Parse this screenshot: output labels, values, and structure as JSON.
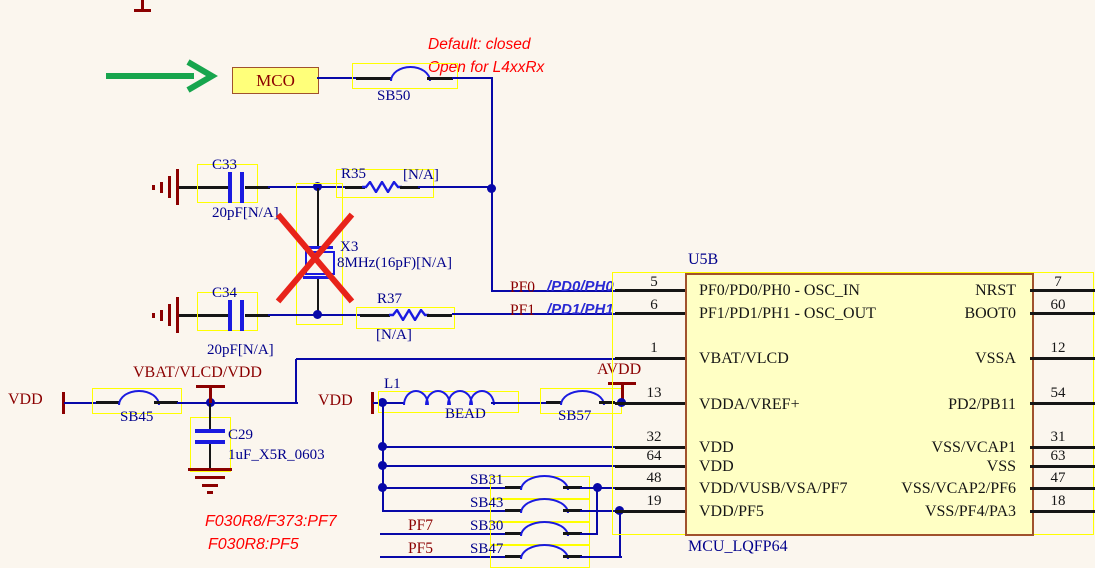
{
  "colors": {
    "bg": "#FBF6EE",
    "wire": "#0808A8",
    "component": "#1A1AE0",
    "label_navy": "#00008B",
    "net_red": "#8B0000",
    "ann_red": "#FF0000",
    "highlight": "#FFFF00",
    "mcu_fill": "#FFFFC4",
    "mcu_border": "#A0522D",
    "mco_fill": "#FFFF7A",
    "arrow_green": "#17A54D",
    "black": "#151515",
    "x_red": "#E8231A",
    "alt_blue": "#2A2AD4"
  },
  "annotations": {
    "default_closed": "Default: closed",
    "open_l4": "Open for L4xxRx",
    "variant_pf7": "F030R8/F373:PF7",
    "variant_pf5": "F030R8:PF5"
  },
  "net_labels": {
    "mco": "MCO",
    "pf0": "PF0",
    "pf0_alt": "/PD0/PH0",
    "pf1": "PF1",
    "pf1_alt": "/PD1/PH1",
    "vdd": "VDD",
    "avdd": "AVDD",
    "vbat": "VBAT/VLCD/VDD",
    "pf7": "PF7",
    "pf5": "PF5"
  },
  "components": {
    "sb50": {
      "ref": "SB50"
    },
    "sb45": {
      "ref": "SB45"
    },
    "sb57": {
      "ref": "SB57"
    },
    "sb31": {
      "ref": "SB31"
    },
    "sb43": {
      "ref": "SB43"
    },
    "sb30": {
      "ref": "SB30"
    },
    "sb47": {
      "ref": "SB47"
    },
    "c33": {
      "ref": "C33",
      "value": "20pF[N/A]"
    },
    "c34": {
      "ref": "C34",
      "value": "20pF[N/A]"
    },
    "c29": {
      "ref": "C29",
      "value": "1uF_X5R_0603"
    },
    "r35": {
      "ref": "R35",
      "value": "[N/A]"
    },
    "r37": {
      "ref": "R37",
      "value": "[N/A]"
    },
    "x3": {
      "ref": "X3",
      "value": "8MHz(16pF)[N/A]"
    },
    "l1": {
      "ref": "L1",
      "value": "BEAD"
    }
  },
  "mcu": {
    "designator": "U5B",
    "footprint": "MCU_LQFP64",
    "left_pins": [
      {
        "number": "5",
        "name": "PF0/PD0/PH0 - OSC_IN"
      },
      {
        "number": "6",
        "name": "PF1/PD1/PH1 - OSC_OUT"
      },
      {
        "number": "1",
        "name": "VBAT/VLCD"
      },
      {
        "number": "13",
        "name": "VDDA/VREF+"
      },
      {
        "number": "32",
        "name": "VDD"
      },
      {
        "number": "64",
        "name": "VDD"
      },
      {
        "number": "48",
        "name": "VDD/VUSB/VSA/PF7"
      },
      {
        "number": "19",
        "name": "VDD/PF5"
      }
    ],
    "right_pins": [
      {
        "number": "7",
        "name": "NRST"
      },
      {
        "number": "60",
        "name": "BOOT0"
      },
      {
        "number": "12",
        "name": "VSSA"
      },
      {
        "number": "54",
        "name": "PD2/PB11"
      },
      {
        "number": "31",
        "name": "VSS/VCAP1"
      },
      {
        "number": "63",
        "name": "VSS"
      },
      {
        "number": "47",
        "name": "VSS/VCAP2/PF6"
      },
      {
        "number": "18",
        "name": "VSS/PF4/PA3"
      }
    ]
  }
}
